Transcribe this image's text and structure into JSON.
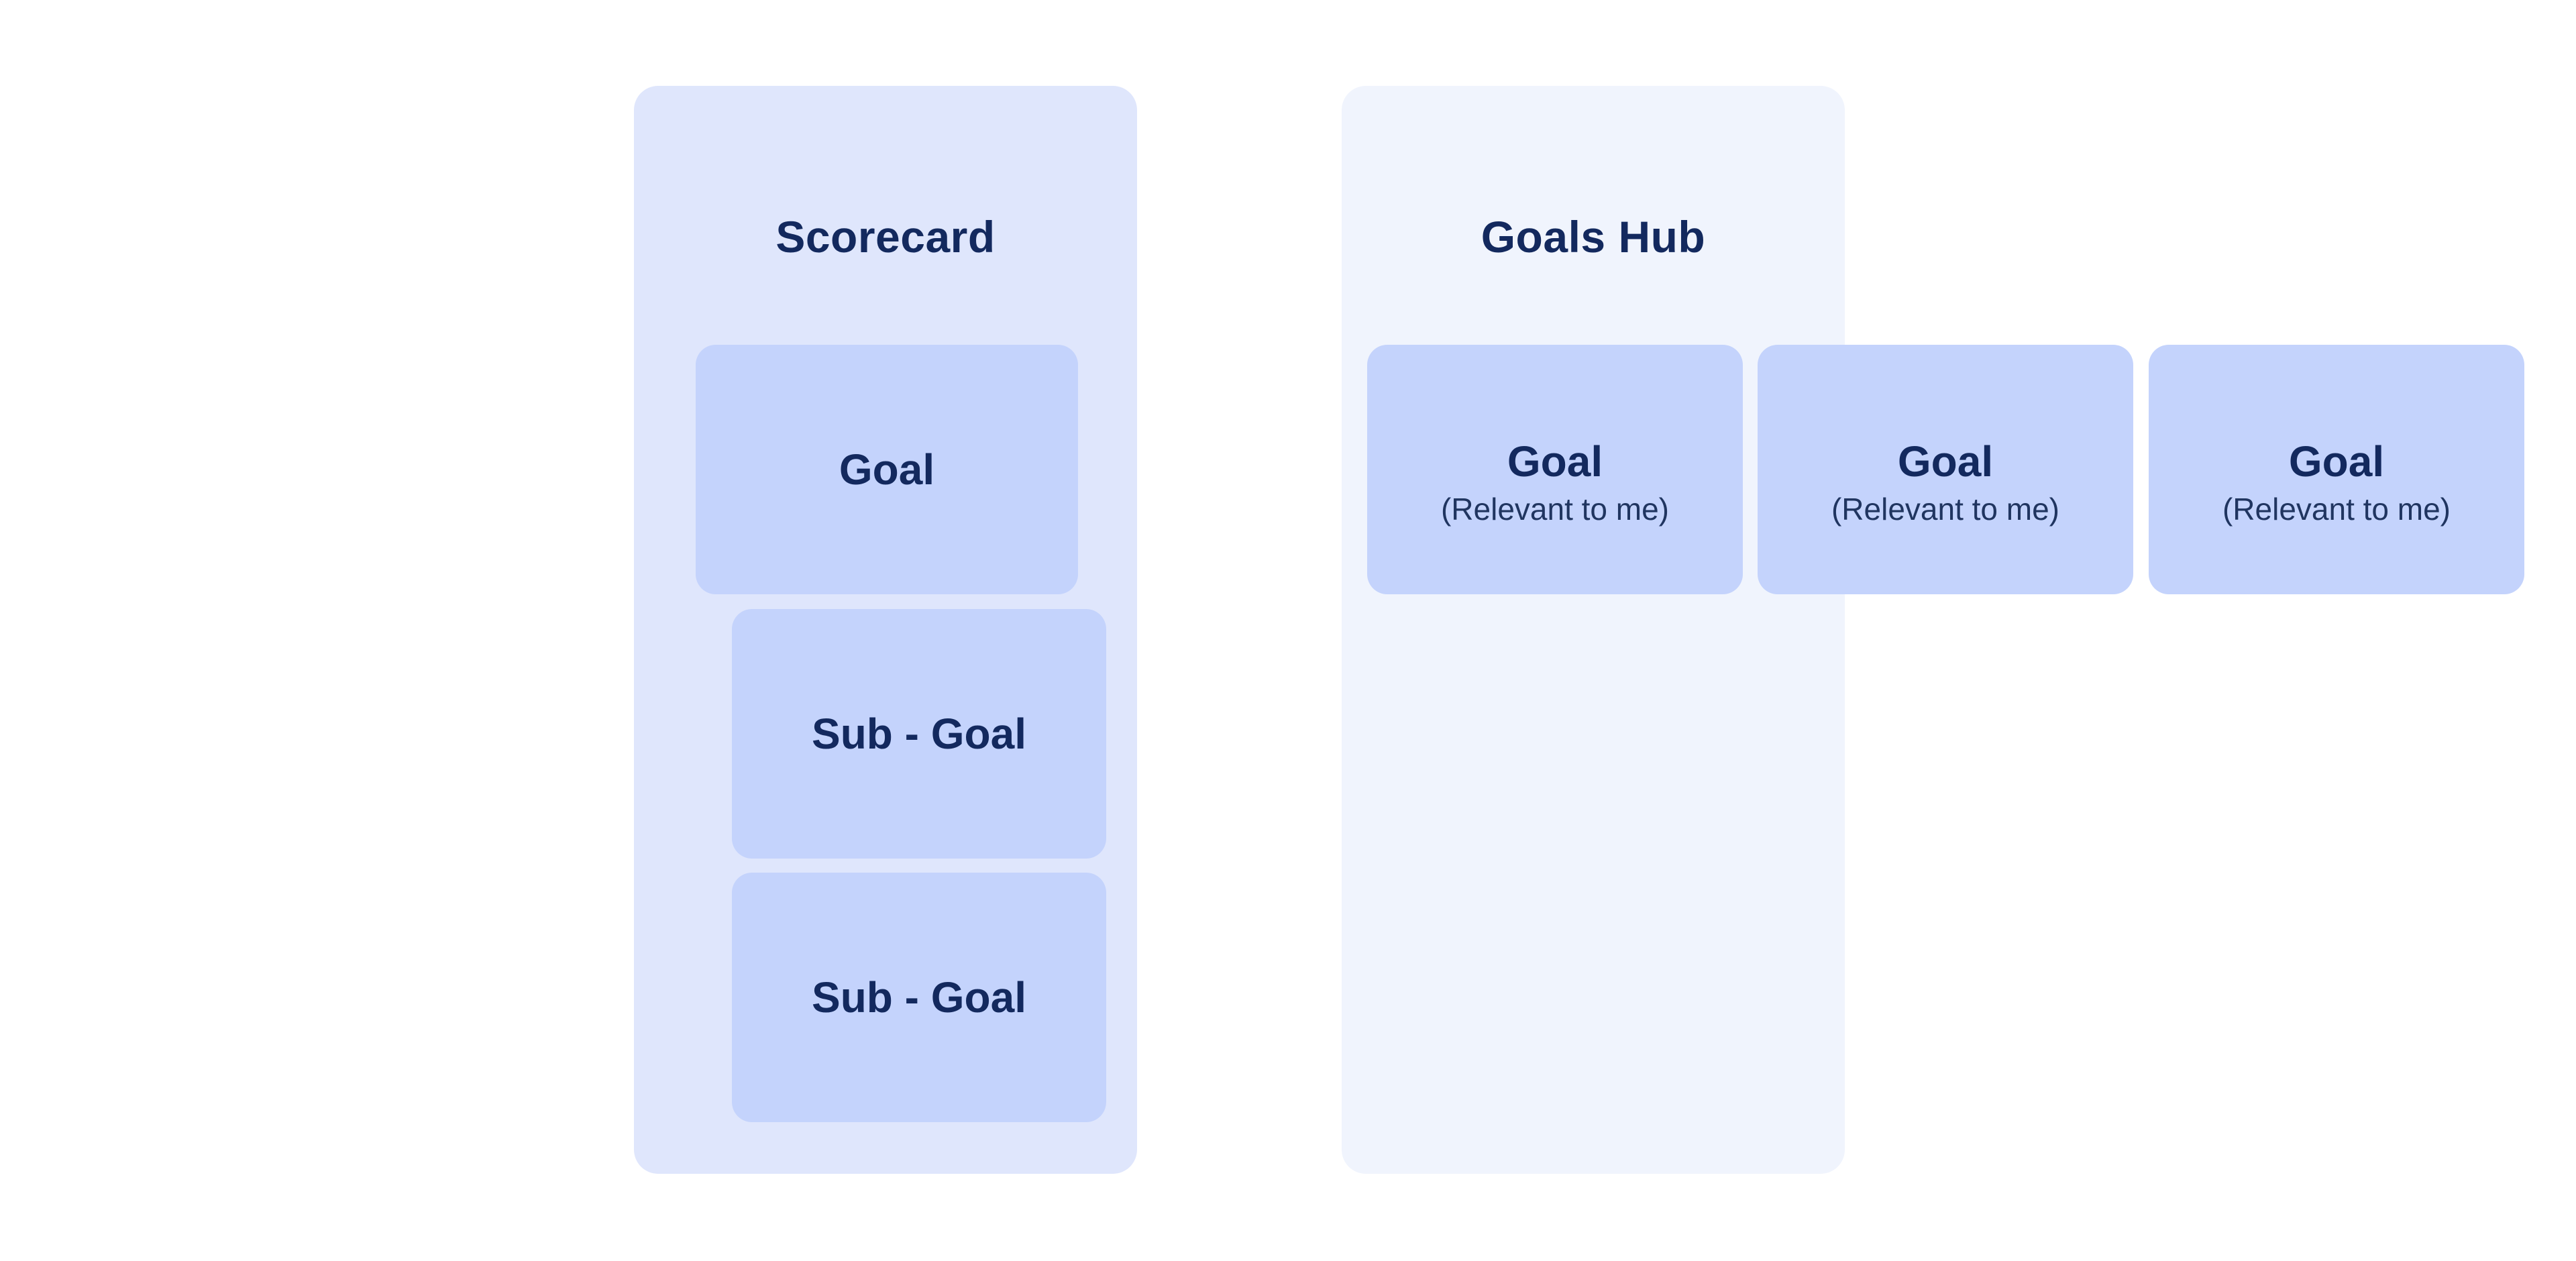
{
  "page": {
    "background": "#ffffff"
  },
  "colors": {
    "scorecard_panel_bg": "#dfe6fc",
    "goals_hub_panel_bg": "#f0f4fd",
    "card_bg": "#c4d3fc",
    "heading_text": "#13295e",
    "note_text": "#203560"
  },
  "scorecard": {
    "title": "Scorecard",
    "goal_card": {
      "label": "Goal"
    },
    "sub_goal_cards": [
      {
        "label": "Sub - Goal"
      },
      {
        "label": "Sub - Goal"
      }
    ]
  },
  "goals_hub": {
    "title": "Goals Hub",
    "goal_cards": [
      {
        "label": "Goal",
        "note": "(Relevant to me)"
      },
      {
        "label": "Goal",
        "note": "(Relevant to me)"
      },
      {
        "label": "Goal",
        "note": "(Relevant to me)"
      }
    ]
  }
}
